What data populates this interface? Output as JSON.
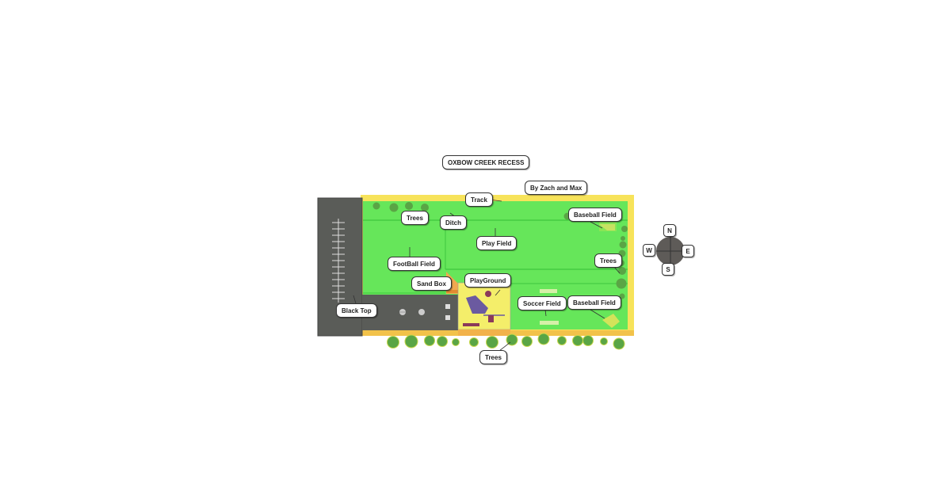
{
  "title": "OXBOW CREEK RECESS",
  "byline": "By Zach and Max",
  "labels": {
    "track": "Track",
    "trees_top": "Trees",
    "ditch": "Ditch",
    "baseball_field_top": "Baseball Field",
    "play_field": "Play Field",
    "football_field": "FootBall Field",
    "trees_right": "Trees",
    "sand_box": "Sand Box",
    "playground": "PlayGround",
    "soccer_field": "Soccer Field",
    "baseball_field_bottom": "Baseball Field",
    "black_top": "Black Top",
    "trees_bottom": "Trees"
  },
  "compass": {
    "north": "N",
    "south": "S",
    "east": "E",
    "west": "W"
  },
  "colors": {
    "grass": "#66e65a",
    "grass_line": "#3fc63f",
    "track": "#f7e35a",
    "blacktop": "#5a5c58",
    "tree": "#5aa545",
    "tree_outline": "#c8d84a",
    "playground": "#f4ee6a",
    "playground_shape": "#6b5aa0",
    "playground_accent": "#8a3a5a",
    "sandbox": "#f0a850",
    "compass": "#5e5b58"
  }
}
